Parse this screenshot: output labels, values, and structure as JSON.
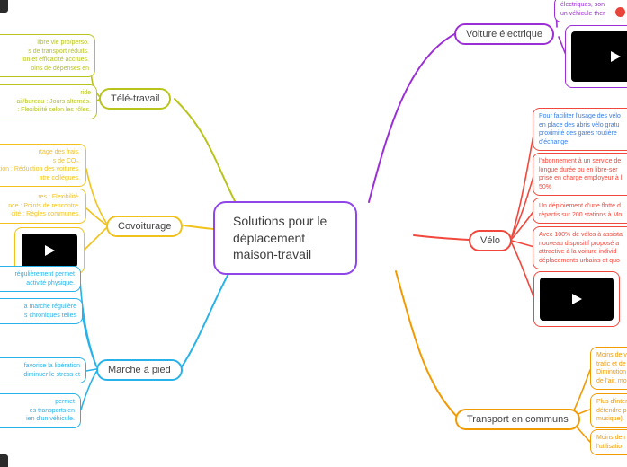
{
  "center": {
    "title": "Solutions pour le déplacement maison-travail"
  },
  "colors": {
    "center": "#8f45e8",
    "teletravail": "#b8c41c",
    "covoiturage": "#f2c21c",
    "marche": "#27b3ea",
    "voiture": "#9b2fd6",
    "velo": "#f2473c",
    "velo-info": "#3a7de0",
    "transport": "#f29a02"
  },
  "icons": {
    "play": "triangle-right"
  },
  "branches": {
    "teletravail": {
      "label": "Télé-travail",
      "nodes": [
        {
          "lines": [
            "libre vie pro/perso.",
            "s de transport réduits.",
            "ion et efficacité accrues.",
            "oins de dépenses en"
          ]
        },
        {
          "lines": [
            "ride",
            "ail/bureau : Jours alternés.",
            ": Flexibilité selon les rôles."
          ]
        }
      ]
    },
    "covoiturage": {
      "label": "Covoiturage",
      "has_video": true,
      "nodes": [
        {
          "lines": [
            "rtage des frais.",
            "s de CO₂.",
            "ation : Réduction des voitures.",
            "ntre collègues."
          ]
        },
        {
          "lines": [
            "res : Flexibilité.",
            "nce : Points de rencontre.",
            "cité : Règles communes."
          ]
        }
      ]
    },
    "marche": {
      "label": "Marche à pied",
      "nodes": [
        {
          "lines": [
            "régulièrement permet",
            "activité physique."
          ]
        },
        {
          "lines": [
            "a marche régulière",
            "s chroniques telles"
          ]
        },
        {
          "lines": [
            "favorise la libération",
            "diminuer le stress et"
          ]
        },
        {
          "lines": [
            "permet",
            "es transports en",
            "ien d'un véhicule."
          ]
        }
      ]
    },
    "voiture": {
      "label": "Voiture électrique",
      "has_video": true,
      "nodes": [
        {
          "lines": [
            "électriques, son",
            "un véhicule ther"
          ]
        }
      ]
    },
    "velo": {
      "label": "Vélo",
      "has_video": true,
      "nodes": [
        {
          "lines": [
            "Pour faciliter l'usage des vélo",
            "en place des abris vélo gratu",
            "proximité des gares routière",
            "d'échange"
          ]
        },
        {
          "lines": [
            "l'abonnement à un service de",
            "longue durée ou en libre-ser",
            "prise en charge employeur à l",
            "50%"
          ]
        },
        {
          "lines": [
            "Un déploiement d'une flotte d",
            "répartis sur 200 stations à Mo"
          ]
        },
        {
          "lines": [
            "Avec 100% de vélos à assista",
            "nouveau dispositif proposé a",
            "attractive à la voiture individ",
            "déplacements urbains et quo"
          ]
        }
      ]
    },
    "transport": {
      "label": "Transport en communs",
      "nodes": [
        {
          "lines": [
            "Moins de v",
            "trafic et de",
            "Diminution",
            "de l'air, mo"
          ]
        },
        {
          "lines": [
            "Plus d'inter",
            "détendre p",
            "musique)."
          ]
        },
        {
          "lines": [
            "Moins de r",
            "l'utilisatio"
          ]
        }
      ]
    }
  }
}
